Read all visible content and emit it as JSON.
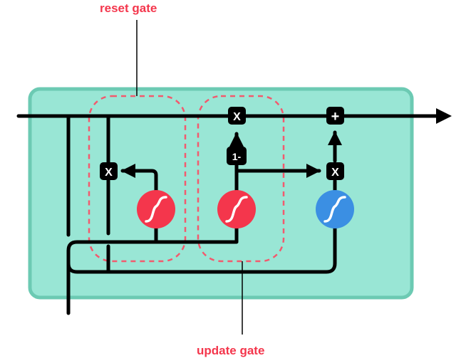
{
  "labels": {
    "reset_gate": "reset gate",
    "update_gate": "update gate"
  },
  "operators": {
    "multiply": "X",
    "add": "+",
    "one_minus": "1-"
  },
  "colors": {
    "cell_fill": "#99e6d5",
    "cell_border": "#6ccab3",
    "gate_red": "#f4364c",
    "gate_blue": "#3b8fe3",
    "label_red": "#f4364c",
    "dashed_outline": "#f25a6e",
    "line": "#000000"
  },
  "icons": {
    "sigmoid": "sigmoid-curve-icon",
    "arrow": "arrowhead-icon"
  }
}
